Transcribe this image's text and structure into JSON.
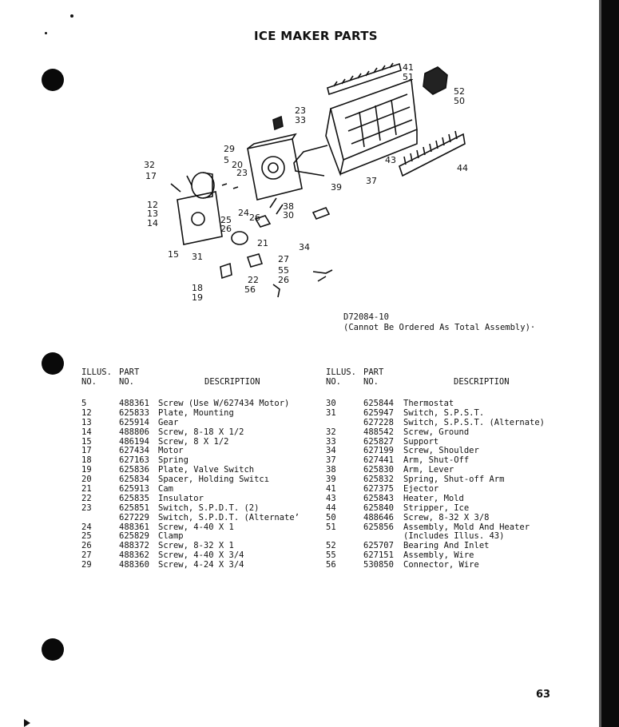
{
  "page": {
    "title": "ICE MAKER PARTS",
    "page_number": "63"
  },
  "figure": {
    "code": "D72084-10",
    "note": "(Cannot Be Ordered As Total  Assembly)·",
    "callouts": [
      "41",
      "51",
      "52",
      "50",
      "23",
      "33",
      "29",
      "5",
      "20",
      "23",
      "32",
      "17",
      "43",
      "37",
      "44",
      "12",
      "13",
      "14",
      "24",
      "39",
      "25",
      "26",
      "38",
      "30",
      "26",
      "21",
      "34",
      "15",
      "31",
      "27",
      "55",
      "26",
      "22",
      "18",
      "19",
      "56"
    ]
  },
  "table_left": {
    "headers": {
      "illus": "ILLUS.\nNO.",
      "part": "PART\nNO.",
      "desc": "DESCRIPTION"
    },
    "rows": [
      {
        "illus": "5",
        "part": "488361",
        "desc": "Screw (Use W/627434 Motor)"
      },
      {
        "illus": "12",
        "part": "625833",
        "desc": "Plate, Mounting"
      },
      {
        "illus": "13",
        "part": "625914",
        "desc": "Gear"
      },
      {
        "illus": "14",
        "part": "488806",
        "desc": "Screw, 8-18 X 1/2"
      },
      {
        "illus": "15",
        "part": "486194",
        "desc": "Screw, 8 X 1/2"
      },
      {
        "illus": "17",
        "part": "627434",
        "desc": "Motor"
      },
      {
        "illus": "18",
        "part": "627163",
        "desc": "Spring"
      },
      {
        "illus": "19",
        "part": "625836",
        "desc": "Plate, Valve Switch"
      },
      {
        "illus": "20",
        "part": "625834",
        "desc": "Spacer, Holding Switcı"
      },
      {
        "illus": "21",
        "part": "625913",
        "desc": "Cam"
      },
      {
        "illus": "22",
        "part": "625835",
        "desc": "Insulator"
      },
      {
        "illus": "23",
        "part": "625851",
        "desc": "Switch, S.P.D.T. (2)"
      },
      {
        "illus": "",
        "part": "627229",
        "desc": "Switch, S.P.D.T. (Alternateʼ"
      },
      {
        "illus": "24",
        "part": "488361",
        "desc": "Screw, 4-40 X 1"
      },
      {
        "illus": "25",
        "part": "625829",
        "desc": "Clamp"
      },
      {
        "illus": "26",
        "part": "488372",
        "desc": "Screw, 8-32 X 1"
      },
      {
        "illus": "27",
        "part": "488362",
        "desc": "Screw, 4-40 X 3/4"
      },
      {
        "illus": "29",
        "part": "488360",
        "desc": "Screw, 4-24 X 3/4"
      }
    ]
  },
  "table_right": {
    "headers": {
      "illus": "ILLUS.\nNO.",
      "part": "PART\nNO.",
      "desc": "DESCRIPTION"
    },
    "rows": [
      {
        "illus": "30",
        "part": "625844",
        "desc": "Thermostat"
      },
      {
        "illus": "31",
        "part": "625947",
        "desc": "Switch, S.P.S.T."
      },
      {
        "illus": "",
        "part": "627228",
        "desc": "Switсh, S.P.S.T. (Alternate)"
      },
      {
        "illus": "32",
        "part": "488542",
        "desc": "Screw, Ground"
      },
      {
        "illus": "33",
        "part": "625827",
        "desc": "Support"
      },
      {
        "illus": "34",
        "part": "627199",
        "desc": "Screw, Shoulder"
      },
      {
        "illus": "37",
        "part": "627441",
        "desc": "Arm, Shut-Off"
      },
      {
        "illus": "38",
        "part": "625830",
        "desc": "Arm, Lever"
      },
      {
        "illus": "39",
        "part": "625832",
        "desc": "Spring, Shut-off Arm"
      },
      {
        "illus": "41",
        "part": "627375",
        "desc": "Ejector"
      },
      {
        "illus": "43",
        "part": "625843",
        "desc": "Heater, Mold"
      },
      {
        "illus": "44",
        "part": "625840",
        "desc": "Stripper, Ice"
      },
      {
        "illus": "50",
        "part": "488646",
        "desc": "Screw, 8-32 X 3/8"
      },
      {
        "illus": "51",
        "part": "625856",
        "desc": "Assembly, Mold And Heater"
      },
      {
        "illus": "",
        "part": "",
        "desc": "(Includes Illus. 43)"
      },
      {
        "illus": "52",
        "part": "625707",
        "desc": "Bearing And Inlet"
      },
      {
        "illus": "55",
        "part": "627151",
        "desc": "Assembly, Wire"
      },
      {
        "illus": "56",
        "part": "530850",
        "desc": "Connector, Wire"
      }
    ]
  }
}
